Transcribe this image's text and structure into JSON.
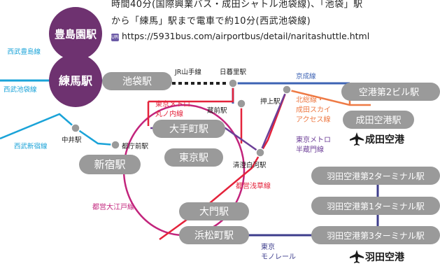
{
  "header": {
    "line1": "時間40分(国際興業バス・成田シャトル池袋線)、「池袋」駅",
    "line2": "から「練馬」駅まで電車で約10分(西武池袋線)",
    "url_icon": "URL",
    "url": "https://5931bus.com/airportbus/detail/naritashuttle.html"
  },
  "stations": {
    "toshimaen": "豊島園駅",
    "nerima": "練馬駅",
    "ikebukuro": "池袋駅",
    "otemachi": "大手町駅",
    "tokyo": "東京駅",
    "shinjuku": "新宿駅",
    "daimon": "大門駅",
    "hamamatsucho": "浜松町駅",
    "t2": "空港第2ビル駅",
    "narita_station": "成田空港駅",
    "haneda_t2": "羽田空港第2ターミナル駅",
    "haneda_t1": "羽田空港第1ターミナル駅",
    "haneda_t3": "羽田空港第3ターミナル駅"
  },
  "small_stations": {
    "nippori": "日暮里駅",
    "kuramae": "蔵前駅",
    "oshiage": "押上駅",
    "nakai": "中井駅",
    "tochomae": "都庁前駅",
    "kiyosumi": "清澄白河駅"
  },
  "lines": {
    "seibu_toshima": "西武豊島線",
    "seibu_ikebukuro": "西武池袋線",
    "seibu_shinjuku": "西武新宿線",
    "jr_yamanote": "JR山手線",
    "keisei": "京成線",
    "marunouchi_1": "東京メトロ",
    "marunouchi_2": "丸ノ内線",
    "hokuso_1": "北総線・",
    "hokuso_2": "成田スカイ",
    "hokuso_3": "アクセス線",
    "hanzomon_1": "東京メトロ",
    "hanzomon_2": "半蔵門線",
    "asakusa": "都営浅草線",
    "oedo": "都営大江戸線",
    "monorail_1": "東京",
    "monorail_2": "モノレール"
  },
  "airports": {
    "narita": "成田空港",
    "haneda": "羽田空港",
    "icon": "airplane-icon"
  },
  "colors": {
    "station_box": "#9a9a9a",
    "major_station": "#6e3270",
    "seibu": "#1aa3d8",
    "yamanote": "#222222",
    "keisei": "#3d63b4",
    "marunouchi": "#e4233b",
    "hanzomon": "#6c3e97",
    "asakusa": "#e4233b",
    "oedo": "#c2247c",
    "hokuso": "#ee7a45",
    "monorail": "#3d3d8c",
    "airline_text": "#1a1a1a"
  }
}
